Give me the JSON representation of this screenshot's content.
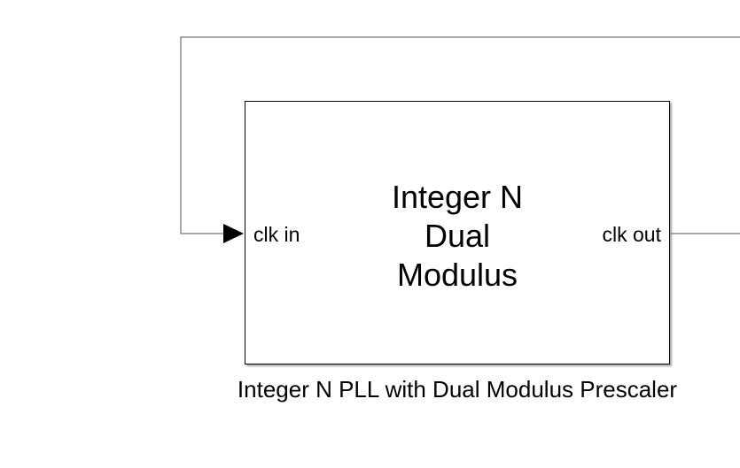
{
  "block": {
    "title_lines": [
      "Integer N",
      "Dual",
      "Modulus"
    ],
    "input_port": "clk in",
    "output_port": "clk out",
    "caption": "Integer N PLL with Dual Modulus Prescaler"
  },
  "colors": {
    "line": "#000000",
    "background": "#ffffff"
  }
}
